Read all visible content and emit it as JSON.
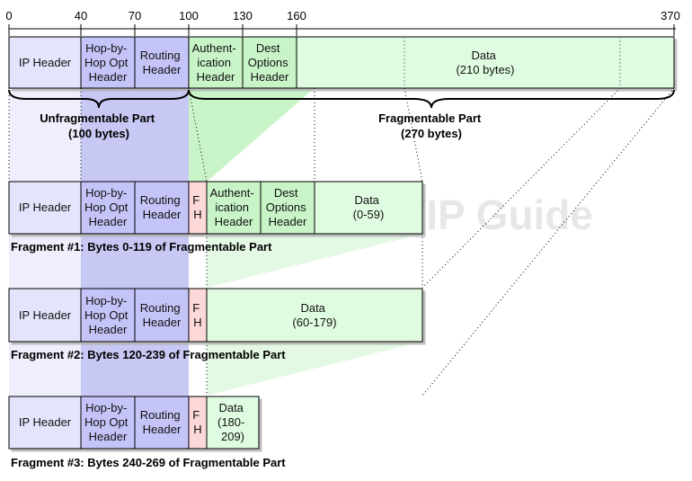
{
  "scale": {
    "ticks": [
      "0",
      "40",
      "70",
      "100",
      "130",
      "160",
      "370"
    ]
  },
  "original": {
    "ip_header": "IP Header",
    "hop_by_hop": [
      "Hop-by-",
      "Hop Opt",
      "Header"
    ],
    "routing": [
      "Routing",
      "Header"
    ],
    "authentication": [
      "Authent-",
      "ication",
      "Header"
    ],
    "dest_options": [
      "Dest",
      "Options",
      "Header"
    ],
    "data": [
      "Data",
      "(210 bytes)"
    ]
  },
  "parts": {
    "unfragmentable": [
      "Unfragmentable Part",
      "(100 bytes)"
    ],
    "fragmentable": [
      "Fragmentable Part",
      "(270 bytes)"
    ]
  },
  "fragments": [
    {
      "ip_header": "IP Header",
      "hop_by_hop": [
        "Hop-by-",
        "Hop Opt",
        "Header"
      ],
      "routing": [
        "Routing",
        "Header"
      ],
      "fh": [
        "F",
        "H"
      ],
      "authentication": [
        "Authent-",
        "ication",
        "Header"
      ],
      "dest_options": [
        "Dest",
        "Options",
        "Header"
      ],
      "data": [
        "Data",
        "(0-59)"
      ],
      "caption": "Fragment #1: Bytes 0-119 of Fragmentable Part"
    },
    {
      "ip_header": "IP Header",
      "hop_by_hop": [
        "Hop-by-",
        "Hop Opt",
        "Header"
      ],
      "routing": [
        "Routing",
        "Header"
      ],
      "fh": [
        "F",
        "H"
      ],
      "data": [
        "Data",
        "(60-179)"
      ],
      "caption": "Fragment #2: Bytes 120-239 of Fragmentable Part"
    },
    {
      "ip_header": "IP Header",
      "hop_by_hop": [
        "Hop-by-",
        "Hop Opt",
        "Header"
      ],
      "routing": [
        "Routing",
        "Header"
      ],
      "fh": [
        "F",
        "H"
      ],
      "data": [
        "Data",
        "(180-",
        "209)"
      ],
      "caption": "Fragment #3: Bytes 240-269 of Fragmentable Part"
    }
  ],
  "watermark": "The TCP/IP Guide",
  "colors": {
    "ip_header": "#e4e4fc",
    "ext_header": "#c4c4f8",
    "fragmentable": "#e0fce0",
    "fragment_header": "#fcd8d8",
    "band_unfrag": "#c8c8f4",
    "band_frag": "#c8f4c8"
  }
}
